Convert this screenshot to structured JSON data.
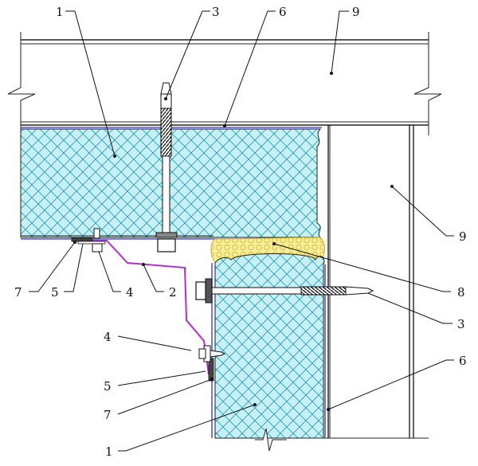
{
  "labels": {
    "l1_top": "1",
    "l3_top": "3",
    "l6_top": "6",
    "l9_top": "9",
    "l9_right": "9",
    "l8": "8",
    "l3_right": "3",
    "l6_right": "6",
    "l7_bottom": "7",
    "l5_bottom": "5",
    "l4_bottom": "4",
    "l2": "2",
    "l4_left": "4",
    "l5_left": "5",
    "l7_left": "7",
    "l1_bottom": "1"
  },
  "colors": {
    "panel_fill": "#c6f0f4",
    "panel_mesh": "#2a9fb0",
    "panel_liner": "#5a55d8",
    "foam_fill": "#f7ee9a",
    "foam_cell": "#d6b838",
    "flashing": "#b030c8",
    "line": "#222222"
  }
}
